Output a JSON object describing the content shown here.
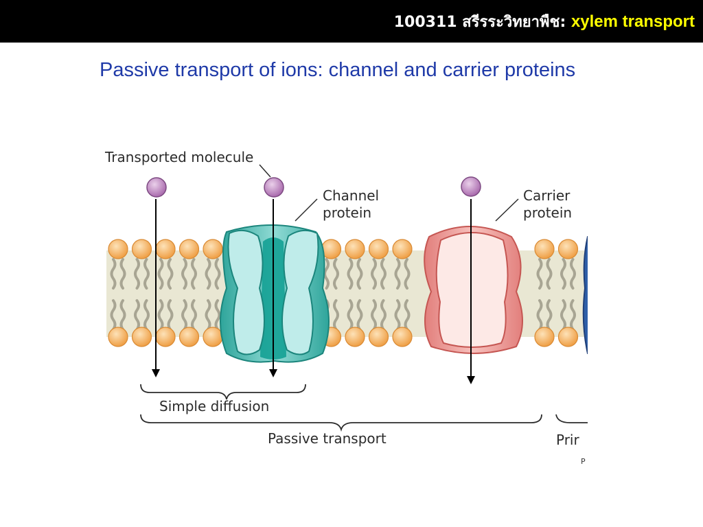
{
  "header": {
    "course_title": "100311 สรีรระวิทยาพืช:",
    "topic": "xylem transport"
  },
  "slide": {
    "subtitle": "Passive transport of ions: channel and carrier proteins"
  },
  "figure": {
    "labels": {
      "transported_molecule": "Transported molecule",
      "channel_line1": "Channel",
      "channel_line2": "protein",
      "carrier_line1": "Carrier",
      "carrier_line2": "protein",
      "simple_diffusion": "Simple diffusion",
      "passive_transport": "Passive transport",
      "primary_cutoff": "Prir",
      "corner_mark": "P"
    },
    "colors": {
      "lipid_head": "#f4b466",
      "lipid_tail": "#a8a593",
      "membrane_bg": "#e9e7d3",
      "channel_protein": "#4fbfb6",
      "channel_pore": "#0d9d91",
      "carrier_protein": "#f1a3a0",
      "carrier_inner": "#fde9e6",
      "molecule": "#c48ec6",
      "arrow": "#000000",
      "header_accent": "#ffff00",
      "subtitle": "#1f3aa8"
    }
  }
}
